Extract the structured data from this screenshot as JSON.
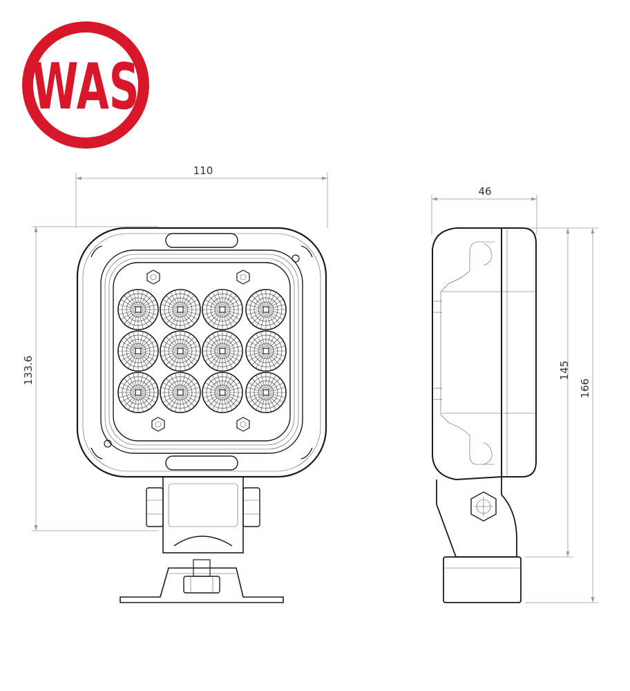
{
  "logo": {
    "text": "WAS",
    "color": "#d9172a",
    "icon": "was-brand-logo"
  },
  "front_view": {
    "led_count": 12,
    "dimensions": {
      "width": "110",
      "height": "133.6"
    }
  },
  "side_view": {
    "dimensions": {
      "depth": "46",
      "body_height": "145",
      "total_height": "166"
    }
  },
  "colors": {
    "outline": "#1a1a1a",
    "dimension_line": "#9a9a9a",
    "brand_red": "#d9172a"
  }
}
